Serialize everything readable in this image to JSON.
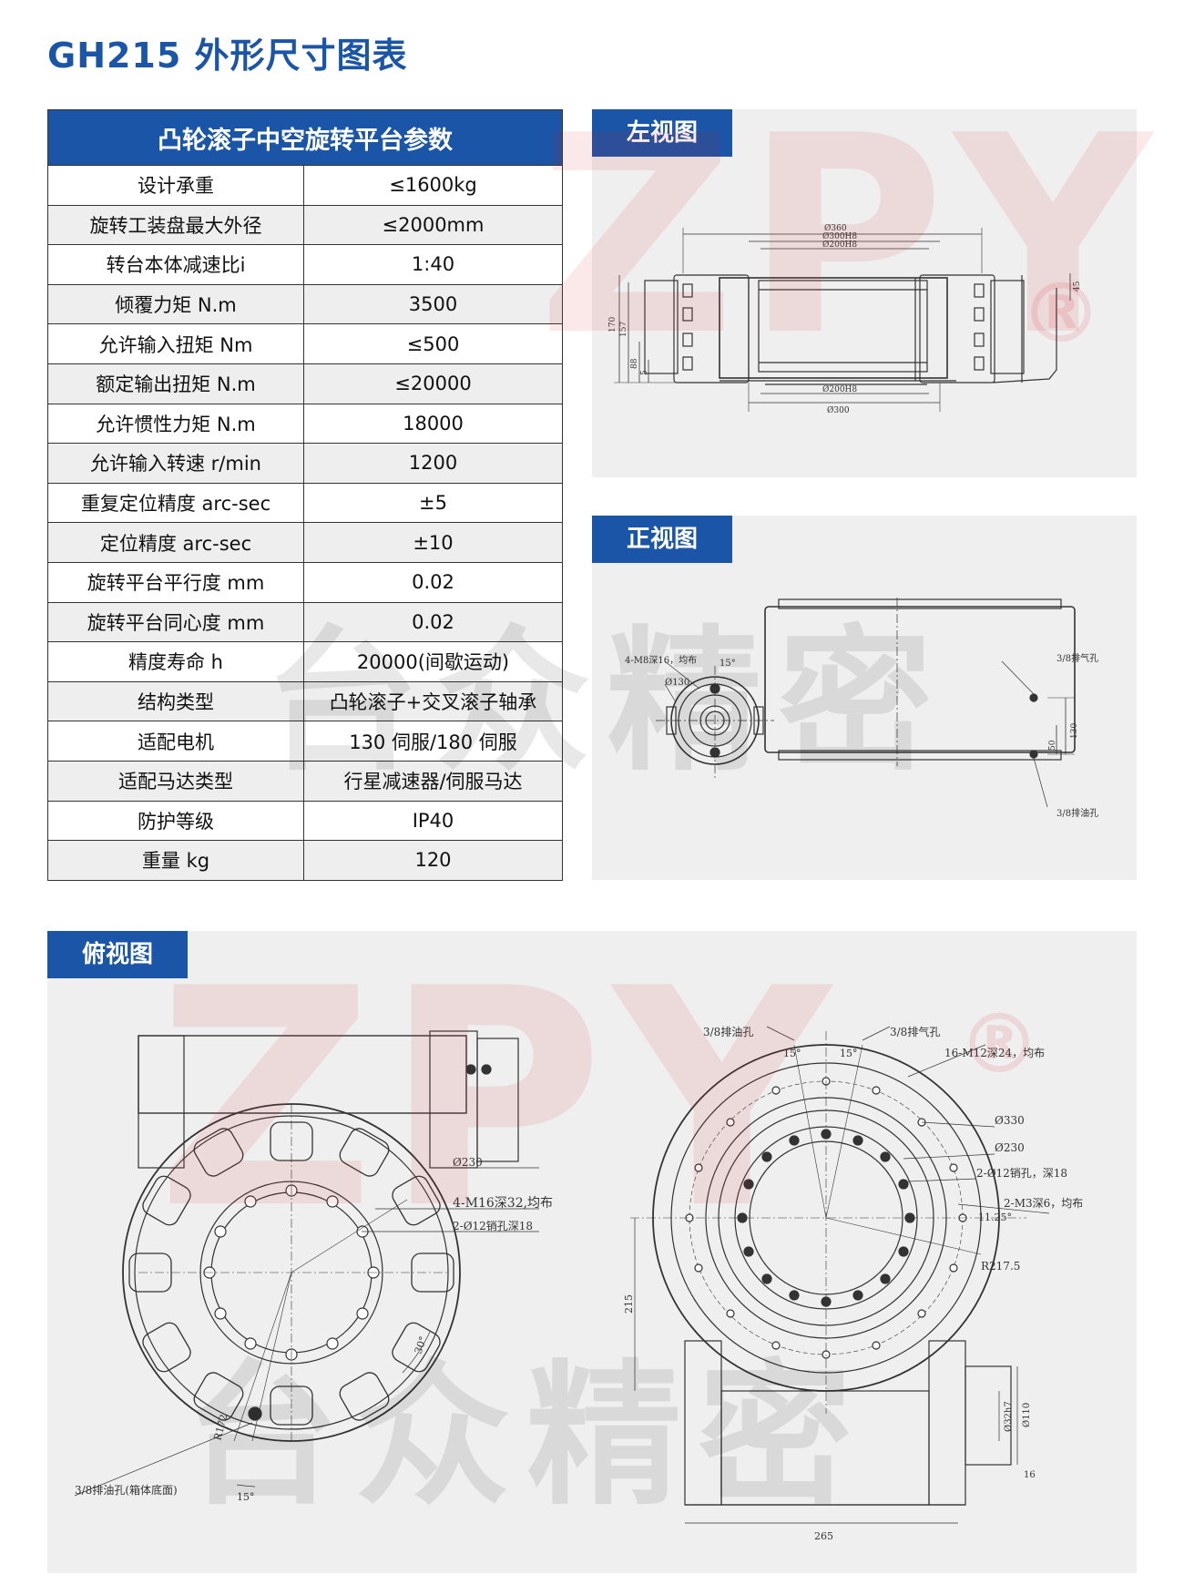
{
  "page_title": "GH215 外形尺寸图表",
  "table": {
    "header": "凸轮滚子中空旋转平台参数",
    "rows": [
      {
        "k": "设计承重",
        "v": "≤1600kg"
      },
      {
        "k": "旋转工装盘最大外径",
        "v": "≤2000mm"
      },
      {
        "k": "转台本体减速比i",
        "v": "1:40"
      },
      {
        "k": "倾覆力矩 N.m",
        "v": "3500"
      },
      {
        "k": "允许输入扭矩 Nm",
        "v": "≤500"
      },
      {
        "k": "额定输出扭矩 N.m",
        "v": "≤20000"
      },
      {
        "k": "允许惯性力矩 N.m",
        "v": "18000"
      },
      {
        "k": "允许输入转速 r/min",
        "v": "1200"
      },
      {
        "k": "重复定位精度 arc-sec",
        "v": "±5"
      },
      {
        "k": "定位精度 arc-sec",
        "v": "±10"
      },
      {
        "k": "旋转平台平行度 mm",
        "v": "0.02"
      },
      {
        "k": "旋转平台同心度 mm",
        "v": "0.02"
      },
      {
        "k": "精度寿命 h",
        "v": "20000(间歇运动)"
      },
      {
        "k": "结构类型",
        "v": "凸轮滚子+交叉滚子轴承"
      },
      {
        "k": "适配电机",
        "v": "130 伺服/180 伺服"
      },
      {
        "k": "适配马达类型",
        "v": "行星减速器/伺服马达"
      },
      {
        "k": "防护等级",
        "v": "IP40"
      },
      {
        "k": "重量 kg",
        "v": "120"
      }
    ]
  },
  "left_view": {
    "tab": "左视图",
    "dims": {
      "d360": "Ø360",
      "d300h8": "Ø300H8",
      "d200h8": "Ø200H8",
      "d200h8b": "Ø200H8",
      "d300": "Ø300",
      "h170": "170",
      "h157": "157",
      "h88": "88",
      "h5": "5",
      "h45": "45"
    }
  },
  "front_view": {
    "tab": "正视图",
    "notes": {
      "m8": "4-M8深16，均布",
      "d130": "Ø130",
      "a15": "15°",
      "vent": "3/8排气孔",
      "drain": "3/8排油孔",
      "h130": "130",
      "h50": "50"
    }
  },
  "top_view": {
    "tab": "俯视图",
    "left_notes": {
      "d230": "Ø230",
      "m16": "4-M16深32,均布",
      "pin": "2-Ø12销孔深18",
      "r172": "R172",
      "a30": "30°",
      "a15": "15°",
      "drain": "3/8排油孔(箱体底面)"
    },
    "right_notes": {
      "drain": "3/8排油孔",
      "vent": "3/8排气孔",
      "a15a": "15°",
      "a15b": "15°",
      "m12": "16-M12深24，均布",
      "d330": "Ø330",
      "d230": "Ø230",
      "pin": "2-Ø12销孔，深18",
      "m3": "2-M3深6，均布",
      "a1125": "11.25°",
      "r2175": "R217.5",
      "h215": "215",
      "w265": "265",
      "d110": "Ø110",
      "d32": "Ø32h7",
      "w16": "16"
    }
  },
  "watermark": {
    "brand": "ZPY",
    "reg": "®",
    "cn": "台众精密"
  },
  "colors": {
    "accent": "#1a55a8",
    "panel": "#efefef"
  }
}
